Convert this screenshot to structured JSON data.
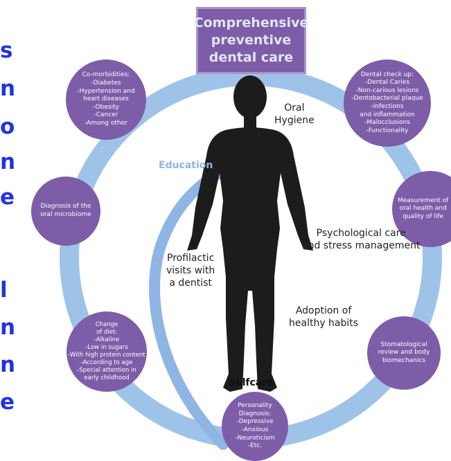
{
  "title": "Comprehensive\npreventive\ndental care",
  "left_partial_text": [
    "s",
    "n",
    "o",
    "n",
    "e",
    "l",
    "n",
    "n",
    "e"
  ],
  "center_labels": {
    "oral_hygiene": "Oral\nHygiene",
    "psychological_care": "Psychological care\nand stress management",
    "profilactic_visits": "Profilactic\nvisits with\na dentist",
    "healthy_habits": "Adoption of\nhealthy habits",
    "selfcare": "Selfcare",
    "education": "Education"
  },
  "nodes": {
    "comorbidities": "Co-morbidities:\n-Diabetes\n-Hypertension and\nheart diseases\n-Obesity\n-Cancer\n-Among other",
    "dental_checkup": "Dental check up:\n-Dental Caries\n-Non-carious lesions\n-Dentobacterial plaque\n-Infections\nand inflammation\n-Malocclusions\n-Functionality",
    "microbiome": "Diagnosis of the\noral microbiome",
    "measurement": "Measurement of\noral health and\nquality of life",
    "diet": "Change\nof diet:\n-Alkaline\n-Low in sugars\n-With high protein content\n-According to age\n-Special attention in\nearly childhood",
    "stomatological": "Stomatological\nreview and body\nbiomechanics",
    "personality": "Personality\nDiagnosis:\n-Depressive\n-Anxious\n-Neuroticism\n-Etc."
  },
  "colors": {
    "ring": "#9fc3e8",
    "node": "#7d5da8",
    "title_text": "#dfe7f7",
    "left_text": "#2233dd",
    "silhouette": "#1c1c1c",
    "education_arrow": "#8fb5e4"
  }
}
